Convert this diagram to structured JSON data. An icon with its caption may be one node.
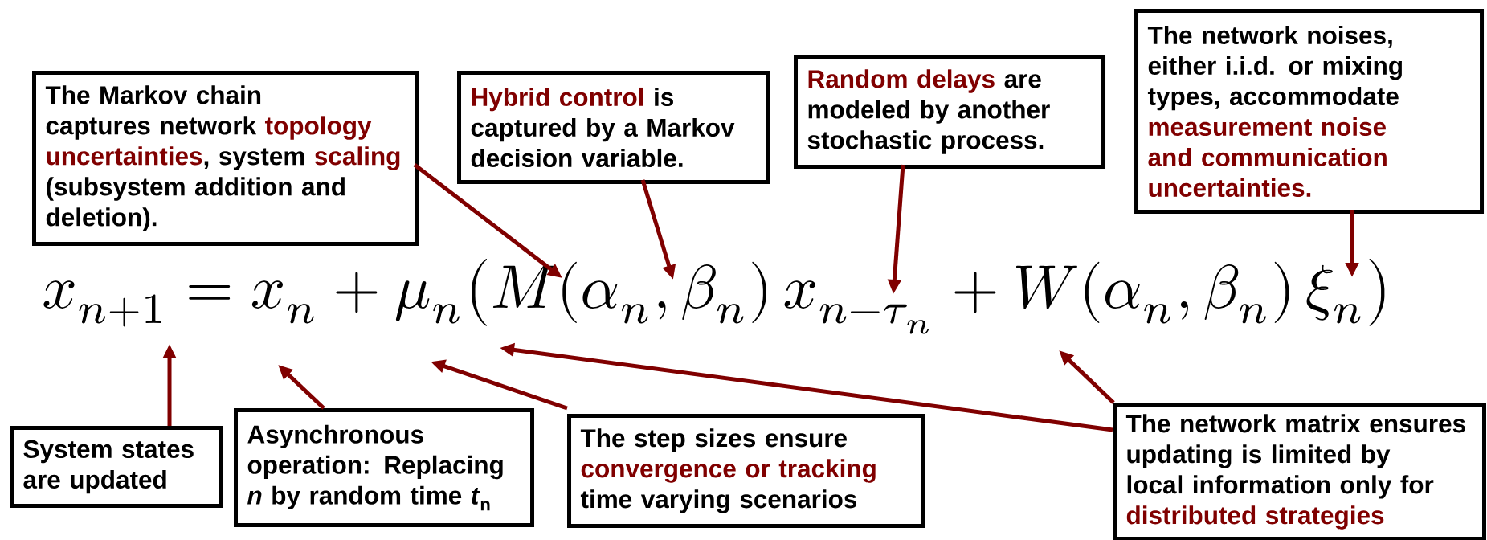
{
  "diagram": {
    "nodes": [
      {
        "text": [
          "The Markov chain captures network **topology uncertainties**, system **scaling** (subsystem addition and deletion)."
        ]
      },
      {
        "text": [
          "**Hybrid control** is captured by a Markov decision variable."
        ]
      },
      {
        "text": [
          "**Random delays** are modeled by another stochastic process."
        ]
      },
      {
        "text": [
          "The network noises, either i.i.d. or mixing types, accommodate **measurement noise and communication uncertainties.**"
        ]
      },
      {
        "text": [
          "System states are updated"
        ]
      },
      {
        "text": [
          "Asynchronous operation:  Replacing *n* by random time *t*$_{n}$"
        ]
      },
      {
        "text": [
          "The step sizes ensure **convergence or tracking** time varying scenarios"
        ]
      },
      {
        "text": [
          "The network matrix ensures updating is limited by local information only for **distributed strategies**"
        ]
      },
      {
        "text": [
          "x_{n+1} = x_n + \\mu_n \\bigl(M(\\alpha_n,\\beta_n)\\,x_{n-\\tau_n} + W(\\alpha_n,\\beta_n)\\,\\xi_n\\bigr)"
        ]
      }
    ],
    "edges": [
      {
        "from": 0,
        "to": 8,
        "arrow": "to"
      },
      {
        "from": 1,
        "to": 8,
        "arrow": "to"
      },
      {
        "from": 2,
        "to": 8,
        "arrow": "to"
      },
      {
        "from": 3,
        "to": 8,
        "arrow": "to"
      },
      {
        "from": 4,
        "to": 8,
        "arrow": "to"
      },
      {
        "from": 5,
        "to": 8,
        "arrow": "to"
      },
      {
        "from": 6,
        "to": 8,
        "arrow": "to"
      },
      {
        "from": 7,
        "to": 8,
        "arrow": "to"
      },
      {
        "from": 7,
        "to": 8,
        "arrow": "to"
      }
    ]
  }
}
